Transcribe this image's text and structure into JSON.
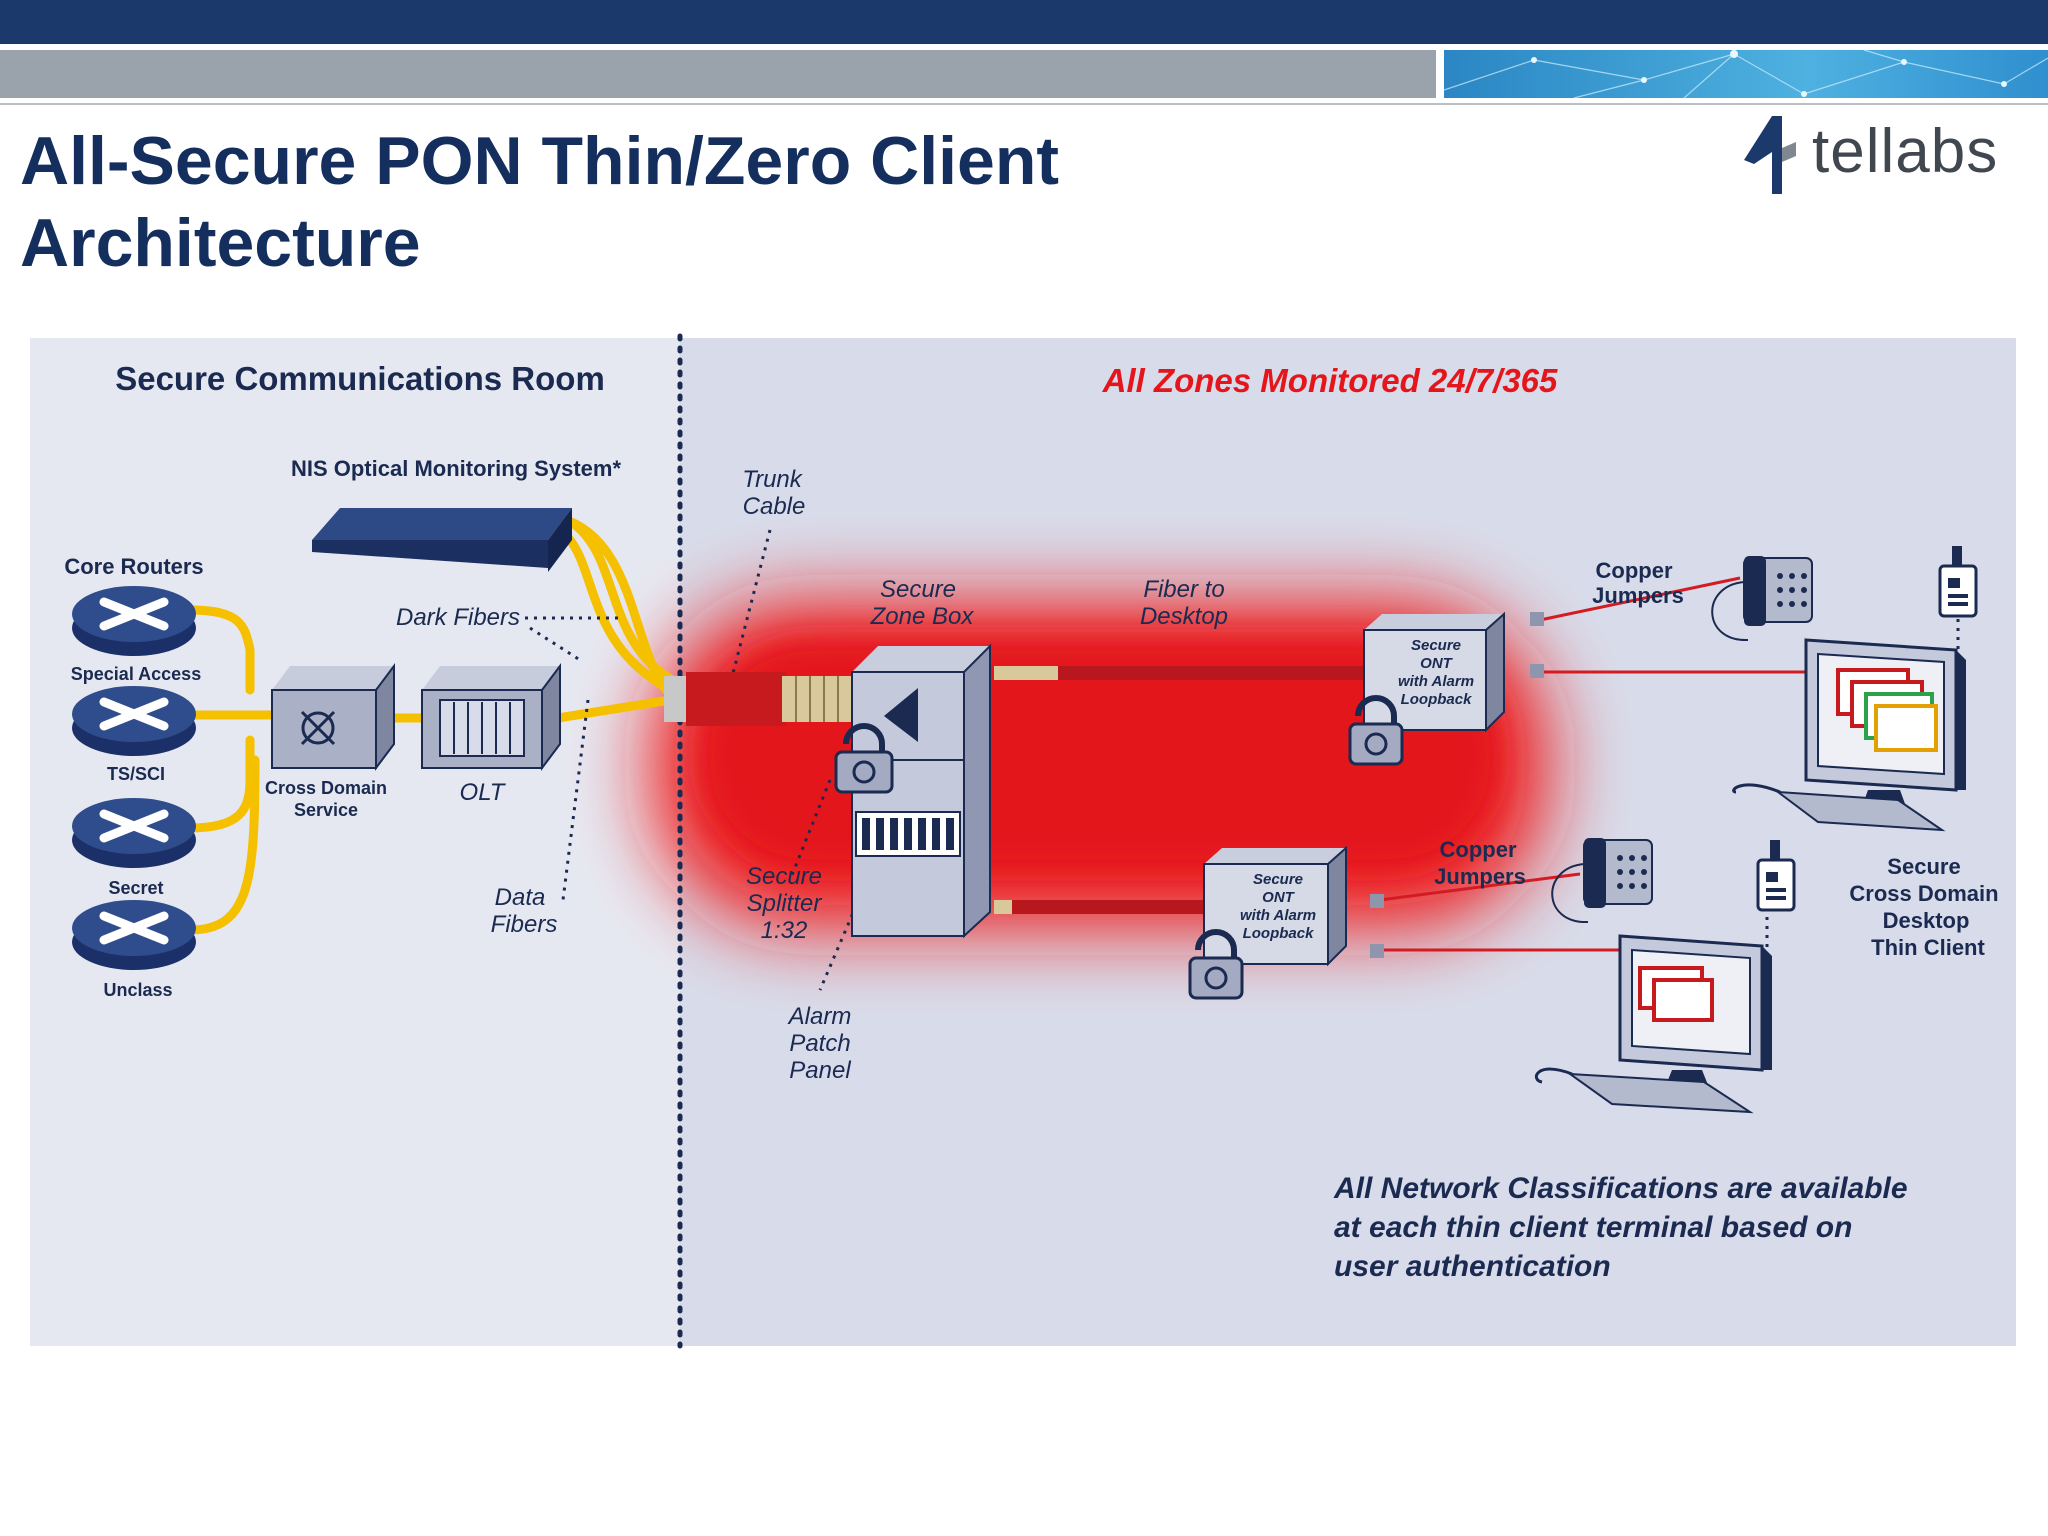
{
  "slide": {
    "title_line1": "All-Secure PON Thin/Zero Client",
    "title_line2": "Architecture",
    "logo_text": "tellabs"
  },
  "colors": {
    "header_navy": "#1b3a6b",
    "header_grey": "#9aa3ab",
    "title_navy": "#142e5e",
    "monitored_zone_red": "#e4161b",
    "fiber_yellow": "#f5c000",
    "panel_background": "#e6e8f1"
  },
  "diagram": {
    "left_heading": "Secure Communications Room",
    "right_heading": "All Zones Monitored 24/7/365",
    "nis_label": "NIS Optical Monitoring System*",
    "core_routers_label": "Core Routers",
    "routers": [
      "Special Access",
      "TS/SCI",
      "Secret",
      "Unclass"
    ],
    "cds_line1": "Cross Domain",
    "cds_line2": "Service",
    "olt_label": "OLT",
    "dark_fibers": "Dark Fibers",
    "data_fibers_line1": "Data",
    "data_fibers_line2": "Fibers",
    "trunk_line1": "Trunk",
    "trunk_line2": "Cable",
    "zonebox_line1": "Secure",
    "zonebox_line2": "Zone Box",
    "fiber_line1": "Fiber to",
    "fiber_line2": "Desktop",
    "splitter_line1": "Secure",
    "splitter_line2": "Splitter",
    "splitter_line3": "1:32",
    "alarm_line1": "Alarm",
    "alarm_line2": "Patch",
    "alarm_line3": "Panel",
    "ont_line1": "Secure",
    "ont_line2": "ONT",
    "ont_line3": "with Alarm",
    "ont_line4": "Loopback",
    "copper_line1": "Copper",
    "copper_line2": "Jumpers",
    "client_line1": "Secure",
    "client_line2": "Cross Domain",
    "client_line3": "Desktop",
    "client_line4": "Thin Client",
    "footnote_line1": "All Network Classifications are available",
    "footnote_line2": "at each thin client terminal based on",
    "footnote_line3": "user authentication"
  },
  "icons": [
    "tellabs-logo-icon",
    "router-icon",
    "cds-box-icon",
    "olt-chassis-icon",
    "nis-device-icon",
    "zone-box-icon",
    "padlock-icon",
    "ont-box-icon",
    "phone-icon",
    "badge-icon",
    "computer-icon"
  ]
}
